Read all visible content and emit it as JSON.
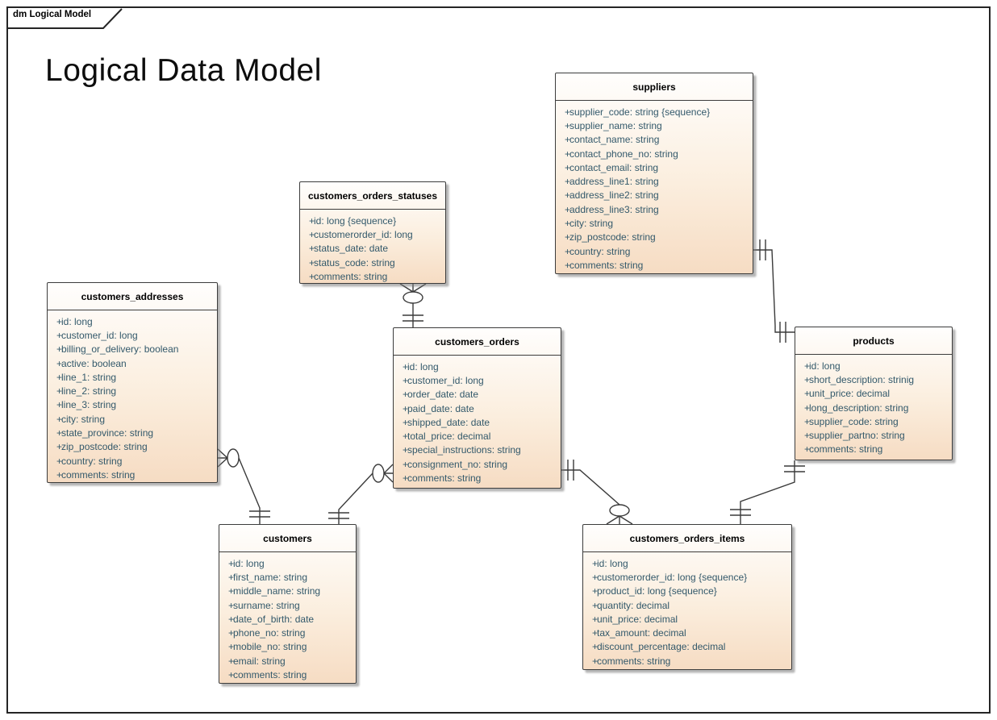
{
  "frame": {
    "label": "dm Logical Model"
  },
  "title": "Logical Data Model",
  "diagram": {
    "visibility_symbol": "+",
    "entities": [
      {
        "name": "suppliers",
        "attributes": [
          "supplier_code: string {sequence}",
          "supplier_name: string",
          "contact_name: string",
          "contact_phone_no: string",
          "contact_email: string",
          "address_line1: string",
          "address_line2: string",
          "address_line3: string",
          "city: string",
          "zip_postcode: string",
          "country: string",
          "comments: string"
        ]
      },
      {
        "name": "customers_orders_statuses",
        "attributes": [
          "id: long {sequence}",
          "customerorder_id: long",
          "status_date: date",
          "status_code: string",
          "comments: string"
        ]
      },
      {
        "name": "customers_addresses",
        "attributes": [
          "id: long",
          "customer_id: long",
          "billing_or_delivery: boolean",
          "active: boolean",
          "line_1: string",
          "line_2: string",
          "line_3: string",
          "city: string",
          "state_province: string",
          "zip_postcode: string",
          "country: string",
          "comments: string"
        ]
      },
      {
        "name": "customers_orders",
        "attributes": [
          "id: long",
          "customer_id: long",
          "order_date: date",
          "paid_date: date",
          "shipped_date: date",
          "total_price: decimal",
          "special_instructions: string",
          "consignment_no: string",
          "comments: string"
        ]
      },
      {
        "name": "products",
        "attributes": [
          "id: long",
          "short_description: strinig",
          "unit_price: decimal",
          "long_description: string",
          "supplier_code: string",
          "supplier_partno: string",
          "comments: string"
        ]
      },
      {
        "name": "customers",
        "attributes": [
          "id: long",
          "first_name: string",
          "middle_name: string",
          "surname: string",
          "date_of_birth: date",
          "phone_no: string",
          "mobile_no: string",
          "email: string",
          "comments: string"
        ]
      },
      {
        "name": "customers_orders_items",
        "attributes": [
          "id: long",
          "customerorder_id: long {sequence}",
          "product_id: long {sequence}",
          "quantity: decimal",
          "unit_price: decimal",
          "tax_amount: decimal",
          "discount_percentage: decimal",
          "comments: string"
        ]
      }
    ],
    "relationships": [
      {
        "parent": "customers_orders",
        "child": "customers_orders_statuses",
        "parent_cardinality": "1",
        "child_cardinality": "0..*"
      },
      {
        "parent": "customers",
        "child": "customers_addresses",
        "parent_cardinality": "1",
        "child_cardinality": "0..*"
      },
      {
        "parent": "customers",
        "child": "customers_orders",
        "parent_cardinality": "1",
        "child_cardinality": "0..*"
      },
      {
        "parent": "customers_orders",
        "child": "customers_orders_items",
        "parent_cardinality": "1",
        "child_cardinality": "0..*"
      },
      {
        "parent": "products",
        "child": "customers_orders_items",
        "parent_cardinality": "1",
        "child_cardinality": "1"
      },
      {
        "parent": "suppliers",
        "child": "products",
        "parent_cardinality": "1",
        "child_cardinality": "1"
      }
    ]
  },
  "colors": {
    "entity_fill_top": "#fffefd",
    "entity_fill_bottom": "#f6dcc3",
    "entity_border": "#3c3c3c",
    "attribute_text": "#33596b",
    "header_text": "#000000",
    "connector": "#3a3a3a",
    "frame_border": "#252525",
    "background": "#ffffff"
  }
}
